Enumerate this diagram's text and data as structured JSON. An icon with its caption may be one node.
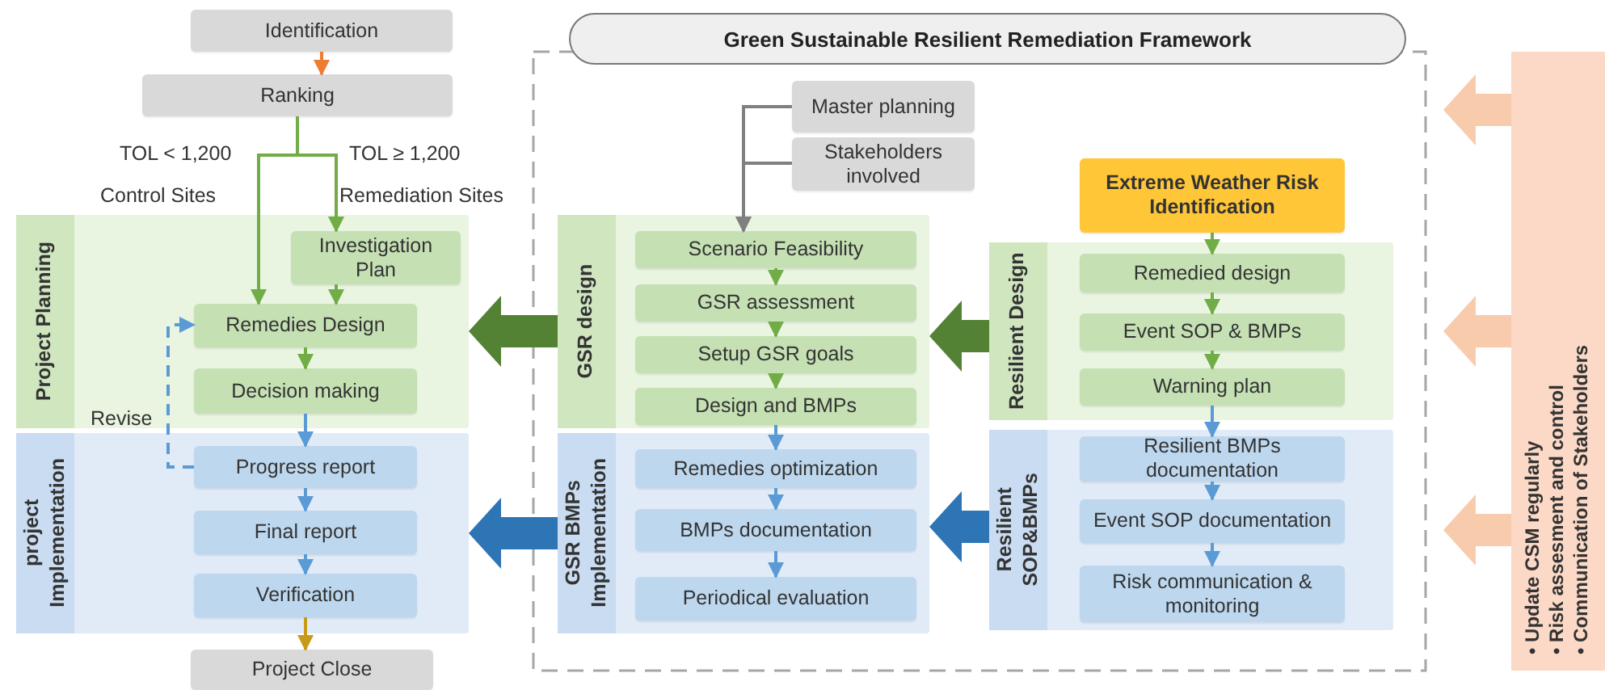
{
  "diagram": {
    "title": "Green Sustainable Resilient Remediation Framework",
    "nodes": [
      {
        "text": [
          "Identification"
        ]
      },
      {
        "text": [
          "Ranking"
        ]
      },
      {
        "text": [
          "Project Planning"
        ]
      },
      {
        "text": [
          "Investigation Plan"
        ],
        "in": 2
      },
      {
        "text": [
          "Remedies Design"
        ],
        "in": 2
      },
      {
        "text": [
          "Decision making"
        ],
        "in": 2
      },
      {
        "text": [
          "project Implementation"
        ]
      },
      {
        "text": [
          "Progress report"
        ],
        "in": 6
      },
      {
        "text": [
          "Final report"
        ],
        "in": 6
      },
      {
        "text": [
          "Verification"
        ],
        "in": 6
      },
      {
        "text": [
          "Project Close"
        ]
      },
      {
        "text": [
          "GSR design"
        ]
      },
      {
        "text": [
          "Master planning"
        ]
      },
      {
        "text": [
          "Stakeholders involved"
        ]
      },
      {
        "text": [
          "Scenario Feasibility"
        ],
        "in": 11
      },
      {
        "text": [
          "GSR assessment"
        ],
        "in": 11
      },
      {
        "text": [
          "Setup GSR goals"
        ],
        "in": 11
      },
      {
        "text": [
          "Design and BMPs"
        ],
        "in": 11
      },
      {
        "text": [
          "GSR BMPs Implementation"
        ]
      },
      {
        "text": [
          "Remedies optimization"
        ],
        "in": 18
      },
      {
        "text": [
          "BMPs documentation"
        ],
        "in": 18
      },
      {
        "text": [
          "Periodical evaluation"
        ],
        "in": 18
      },
      {
        "text": [
          "Extreme Weather Risk Identification"
        ]
      },
      {
        "text": [
          "Resilient Design"
        ]
      },
      {
        "text": [
          "Remedied design"
        ],
        "in": 23
      },
      {
        "text": [
          "Event SOP & BMPs"
        ],
        "in": 23
      },
      {
        "text": [
          "Warning plan"
        ],
        "in": 23
      },
      {
        "text": [
          "Resilient SOP&BMPs"
        ]
      },
      {
        "text": [
          "Resilient BMPs documentation"
        ],
        "in": 27
      },
      {
        "text": [
          "Event SOP documentation"
        ],
        "in": 27
      },
      {
        "text": [
          "Risk communication & monitoring"
        ],
        "in": 27
      },
      {
        "text": [
          "• Update CSM regularly",
          "• Risk assesment and control",
          "• Communication of Stakeholders"
        ]
      }
    ],
    "edges": [
      {
        "from": 0,
        "to": 1,
        "arrow": "to",
        "color": "#ed7d31"
      },
      {
        "from": 1,
        "to": 4,
        "arrow": "to",
        "color": "#70ad47"
      },
      {
        "from": 1,
        "to": 3,
        "arrow": "to",
        "color": "#70ad47"
      },
      {
        "from": 3,
        "to": 4,
        "arrow": "to",
        "color": "#70ad47"
      },
      {
        "from": 4,
        "to": 5,
        "arrow": "to",
        "color": "#70ad47"
      },
      {
        "from": 5,
        "to": 7,
        "arrow": "to",
        "color": "#5b9bd5"
      },
      {
        "from": 7,
        "to": 4,
        "arrow": "to",
        "label": "Revise",
        "style": "dashed",
        "color": "#5b9bd5"
      },
      {
        "from": 7,
        "to": 8,
        "arrow": "to",
        "color": "#5b9bd5"
      },
      {
        "from": 8,
        "to": 9,
        "arrow": "to",
        "color": "#5b9bd5"
      },
      {
        "from": 9,
        "to": 10,
        "arrow": "to",
        "color": "#c99a1a"
      },
      {
        "from": 12,
        "to": 14,
        "arrow": "to",
        "color": "#808080"
      },
      {
        "from": 13,
        "to": 14,
        "arrow": "to",
        "color": "#808080"
      },
      {
        "from": 14,
        "to": 15,
        "arrow": "to",
        "color": "#70ad47"
      },
      {
        "from": 15,
        "to": 16,
        "arrow": "to",
        "color": "#70ad47"
      },
      {
        "from": 16,
        "to": 17,
        "arrow": "to",
        "color": "#70ad47"
      },
      {
        "from": 17,
        "to": 19,
        "arrow": "to",
        "color": "#5b9bd5"
      },
      {
        "from": 19,
        "to": 20,
        "arrow": "to",
        "color": "#5b9bd5"
      },
      {
        "from": 20,
        "to": 21,
        "arrow": "to",
        "color": "#5b9bd5"
      },
      {
        "from": 22,
        "to": 24,
        "arrow": "to",
        "color": "#70ad47"
      },
      {
        "from": 24,
        "to": 25,
        "arrow": "to",
        "color": "#70ad47"
      },
      {
        "from": 25,
        "to": 26,
        "arrow": "to",
        "color": "#70ad47"
      },
      {
        "from": 26,
        "to": 28,
        "arrow": "to",
        "color": "#5b9bd5"
      },
      {
        "from": 28,
        "to": 29,
        "arrow": "to",
        "color": "#5b9bd5"
      },
      {
        "from": 29,
        "to": 30,
        "arrow": "to",
        "color": "#5b9bd5"
      },
      {
        "from": 11,
        "to": 2,
        "arrow": "to",
        "style": "thick",
        "color": "#548235"
      },
      {
        "from": 18,
        "to": 6,
        "arrow": "to",
        "style": "thick",
        "color": "#2e75b6"
      },
      {
        "from": 23,
        "to": 11,
        "arrow": "to",
        "style": "thick",
        "color": "#548235"
      },
      {
        "from": 27,
        "to": 18,
        "arrow": "to",
        "style": "thick",
        "color": "#2e75b6"
      },
      {
        "from": 31,
        "to": null,
        "arrow": "to",
        "style": "thick",
        "color": "#f8cbad"
      },
      {
        "from": 31,
        "to": null,
        "arrow": "to",
        "style": "thick",
        "color": "#f8cbad"
      },
      {
        "from": 31,
        "to": null,
        "arrow": "to",
        "style": "thick",
        "color": "#f8cbad"
      }
    ],
    "labels": [
      "TOL < 1,200",
      "Control Sites",
      "TOL ≥ 1,200",
      "Remediation Sites"
    ]
  }
}
